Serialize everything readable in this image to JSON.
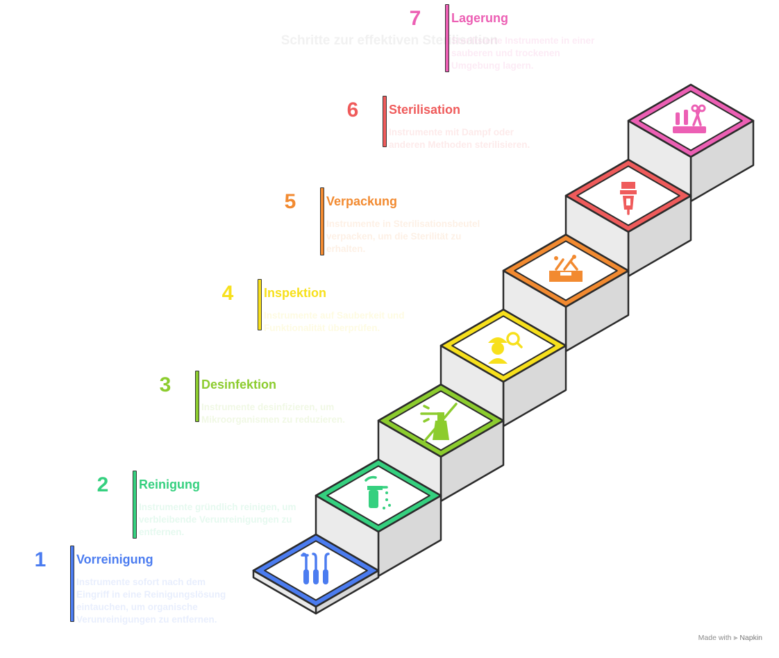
{
  "title": "Schritte zur effektiven Sterilisation",
  "footer": {
    "made_with": "Made with",
    "brand": "Napkin"
  },
  "steps": [
    {
      "number": "1",
      "title": "Vorreinigung",
      "color": "#4b7cf0",
      "icon": "dental-tools-icon",
      "description": "Instrumente sofort nach dem Eingriff in eine Reinigungslösung eintauchen, um organische Verunreinigungen zu entfernen."
    },
    {
      "number": "2",
      "title": "Reinigung",
      "color": "#35d07f",
      "icon": "cleaning-spray-icon",
      "description": "Instrumente gründlich reinigen, um verbleibende Verunreinigungen zu entfernen."
    },
    {
      "number": "3",
      "title": "Desinfektion",
      "color": "#8ccc2e",
      "icon": "disinfectant-spray-icon",
      "description": "Instrumente desinfizieren, um Mikroorganismen zu reduzieren."
    },
    {
      "number": "4",
      "title": "Inspektion",
      "color": "#f7e01c",
      "icon": "inspector-magnifier-icon",
      "description": "Instrumente auf Sauberkeit und Funktionalität überprüfen."
    },
    {
      "number": "5",
      "title": "Verpackung",
      "color": "#f28a30",
      "icon": "packaging-box-icon",
      "description": "Instrumente in Sterilisationsbeutel verpacken, um die Sterilität zu erhalten."
    },
    {
      "number": "6",
      "title": "Sterilisation",
      "color": "#ef5b5b",
      "icon": "sterilizer-flask-icon",
      "description": "Instrumente mit Dampf oder anderen Methoden sterilisieren."
    },
    {
      "number": "7",
      "title": "Lagerung",
      "color": "#ec5fb4",
      "icon": "storage-tools-icon",
      "description": "Sterilisierte Instrumente in einer sauberen und trockenen Umgebung lagern."
    }
  ]
}
